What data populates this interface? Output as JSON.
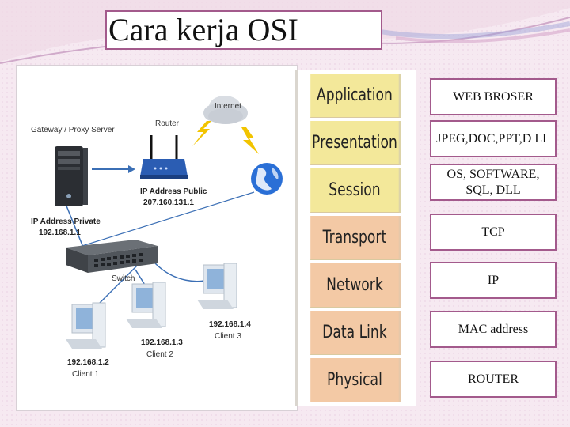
{
  "title": "Cara kerja OSI",
  "colors": {
    "accent_border": "#a35a8c",
    "upper_layers": "#f3e89a",
    "lower_layers": "#f3c9a5",
    "background": "#f6e9f1"
  },
  "network_diagram": {
    "icons": [
      "server-icon",
      "router-icon",
      "cloud-icon",
      "lightning-icon",
      "globe-icon",
      "switch-icon",
      "computer-icon"
    ],
    "labels": {
      "gateway": "Gateway / Proxy Server",
      "router": "Router",
      "internet": "Internet",
      "ip_public_label": "IP Address Public",
      "ip_public": "207.160.131.1",
      "ip_private_label": "IP Address Private",
      "ip_private": "192.168.1.1",
      "switch": "Switch",
      "client1_ip": "192.168.1.2",
      "client1": "Client 1",
      "client2_ip": "192.168.1.3",
      "client2": "Client 2",
      "client3_ip": "192.168.1.4",
      "client3": "Client 3"
    }
  },
  "osi_layers": [
    "Application",
    "Presentation",
    "Session",
    "Transport",
    "Network",
    "Data Link",
    "Physical"
  ],
  "protocols": [
    "WEB BROSER",
    "JPEG,DOC,PPT,D LL",
    "OS, SOFTWARE, SQL, DLL",
    "TCP",
    "IP",
    "MAC address",
    "ROUTER"
  ]
}
